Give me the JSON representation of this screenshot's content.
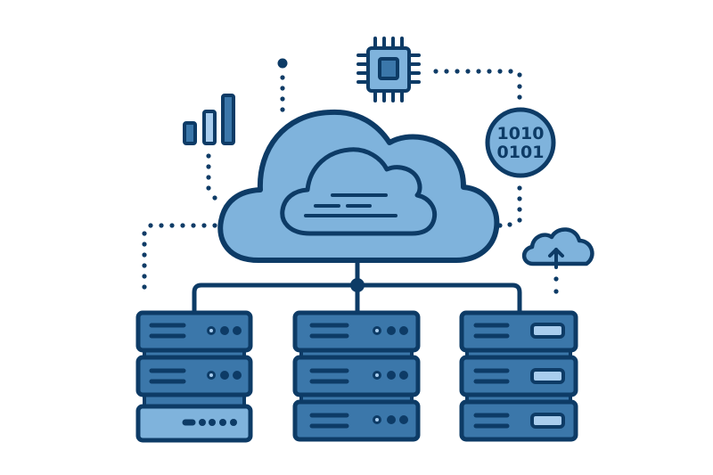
{
  "illustration": {
    "title": "Cloud computing server network",
    "binary_badge": {
      "line1": "1010",
      "line2": "0101"
    },
    "colors": {
      "outline": "#0d3b66",
      "fill_light": "#7fb3dc",
      "fill_mid": "#3b77aa",
      "fill_pale": "#a9cdee",
      "background": "#ffffff"
    },
    "elements": [
      "main-cloud",
      "inner-cloud",
      "cpu-chip",
      "binary-badge",
      "upload-cloud",
      "signal-bars",
      "server-rack-left",
      "server-rack-center",
      "server-rack-right",
      "network-connector"
    ]
  }
}
